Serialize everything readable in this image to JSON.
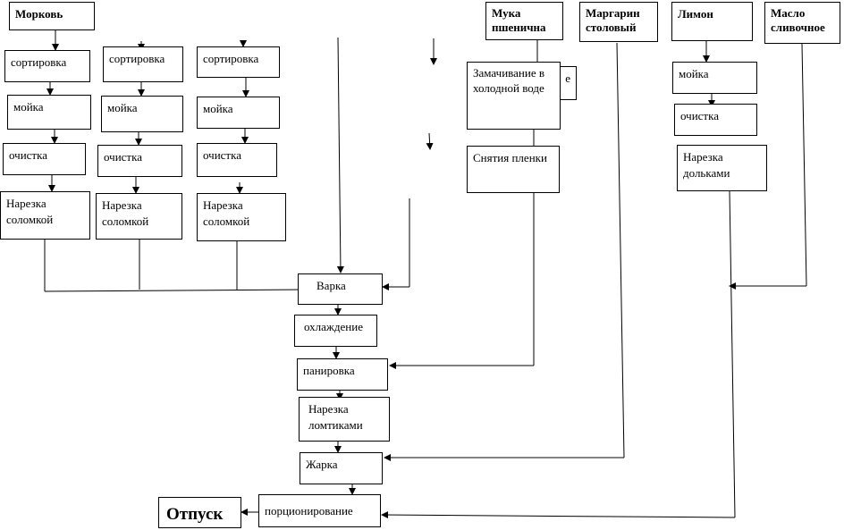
{
  "ingredients": {
    "carrot": "Морковь",
    "flour": "Мука пшенична",
    "margarine": "Маргарин столовый",
    "lemon": "Лимон",
    "butter": "Масло сливочное"
  },
  "carrot_col1": {
    "sort": "сортировка",
    "wash": "мойка",
    "peel": "очистка",
    "cut": "Нарезка соломкой"
  },
  "carrot_col2": {
    "sort": "сортировка",
    "wash": "мойка",
    "peel": "очистка",
    "cut": "Нарезка соломкой"
  },
  "carrot_col3": {
    "sort": "сортировка",
    "wash": "мойка",
    "peel": "очистка",
    "cut": "Нарезка соломкой"
  },
  "soak_hidden": "е",
  "soak": "Замачивание в холодной воде",
  "film": "Снятия пленки",
  "lemon_steps": {
    "wash": "мойка",
    "peel": "очистка",
    "cut": "Нарезка дольками"
  },
  "main": {
    "boil": "Варка",
    "cool": "охлаждение",
    "bread": "панировка",
    "slice": "Нарезка ломтиками",
    "fry": "Жарка",
    "portion": "порционирование",
    "serve": "Отпуск"
  }
}
